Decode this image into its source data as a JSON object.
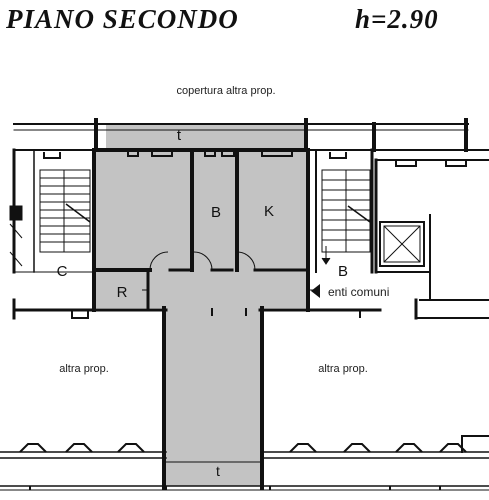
{
  "header": {
    "floor_title": "PIANO SECONDO",
    "height_label": "h=2.90"
  },
  "annotations": {
    "roof": "copertura altra prop.",
    "other_left": "altra prop.",
    "other_right": "altra prop.",
    "common": "enti comuni"
  },
  "rooms": {
    "terrace_top": "t",
    "terrace_bottom": "t",
    "bath": "B",
    "kitchen": "K",
    "small_room": "R",
    "stair_left": "C",
    "stair_right": "B"
  },
  "colors": {
    "fill": "#c3c3c3",
    "wall": "#111111",
    "background": "#ffffff"
  }
}
